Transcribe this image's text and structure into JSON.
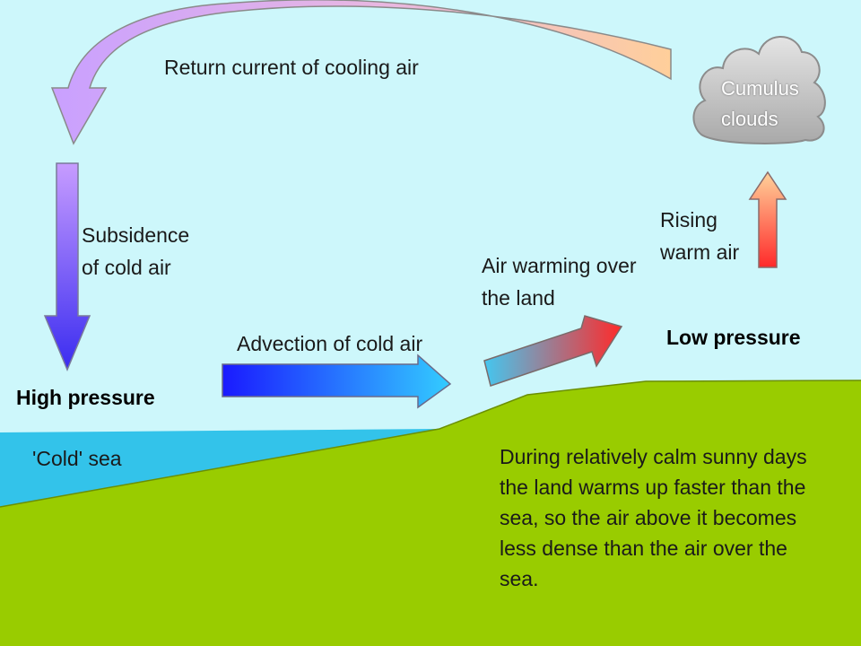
{
  "labels": {
    "return_current": "Return current of cooling air",
    "subsidence_line1": "Subsidence",
    "subsidence_line2": "of cold air",
    "high_pressure": "High pressure",
    "cold_sea": "'Cold' sea",
    "advection": "Advection of cold air",
    "warming_line1": "Air warming over",
    "warming_line2": "the land",
    "rising_line1": "Rising",
    "rising_line2": "warm air",
    "low_pressure": "Low pressure",
    "cloud_line1": "Cumulus",
    "cloud_line2": "clouds",
    "description": "During relatively calm sunny days the land warms up faster than the sea, so the air above it becomes less dense than the air over the sea."
  },
  "colors": {
    "sky": "#cdf7fb",
    "sea": "#33c3ea",
    "land": "#99cc00",
    "cloud": "#c8c8c8",
    "arrow_purple": "#cc99ff",
    "arrow_orange": "#ffcc99",
    "arrow_blue": "#3333ff",
    "arrow_red": "#ff3333"
  }
}
